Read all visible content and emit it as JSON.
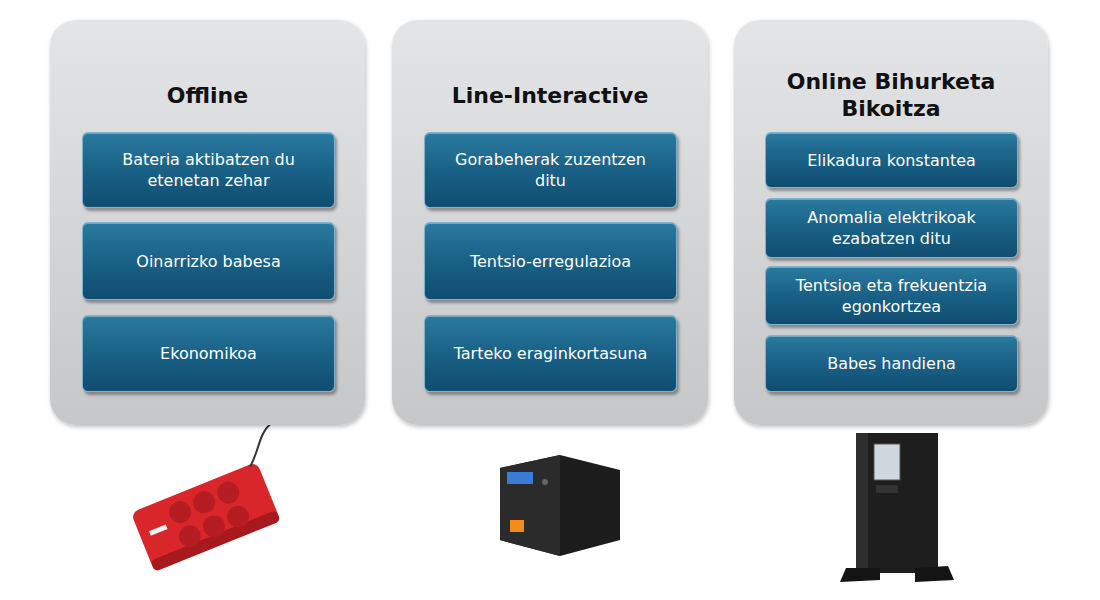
{
  "diagram": {
    "nodes": [
      {
        "text": [
          "Offline"
        ]
      },
      {
        "text": [
          "Bateria aktibatzen du etenetan zehar"
        ],
        "in": 0
      },
      {
        "text": [
          "Oinarrizko babesa"
        ],
        "in": 0
      },
      {
        "text": [
          "Ekonomikoa"
        ],
        "in": 0
      },
      {
        "text": [
          "Line-Interactive"
        ]
      },
      {
        "text": [
          "Gorabeherak zuzentzen ditu"
        ],
        "in": 4
      },
      {
        "text": [
          "Tentsio-erregulazioa"
        ],
        "in": 4
      },
      {
        "text": [
          "Tarteko eraginkortasuna"
        ],
        "in": 4
      },
      {
        "text": [
          "Online Bihurketa Bikoitza"
        ]
      },
      {
        "text": [
          "Elikadura konstantea"
        ],
        "in": 8
      },
      {
        "text": [
          "Anomalia elektrikoak ezabatzen ditu"
        ],
        "in": 8
      },
      {
        "text": [
          "Tentsioa eta frekuentzia egonkortzea"
        ],
        "in": 8
      },
      {
        "text": [
          "Babes handiena"
        ],
        "in": 8
      }
    ]
  }
}
